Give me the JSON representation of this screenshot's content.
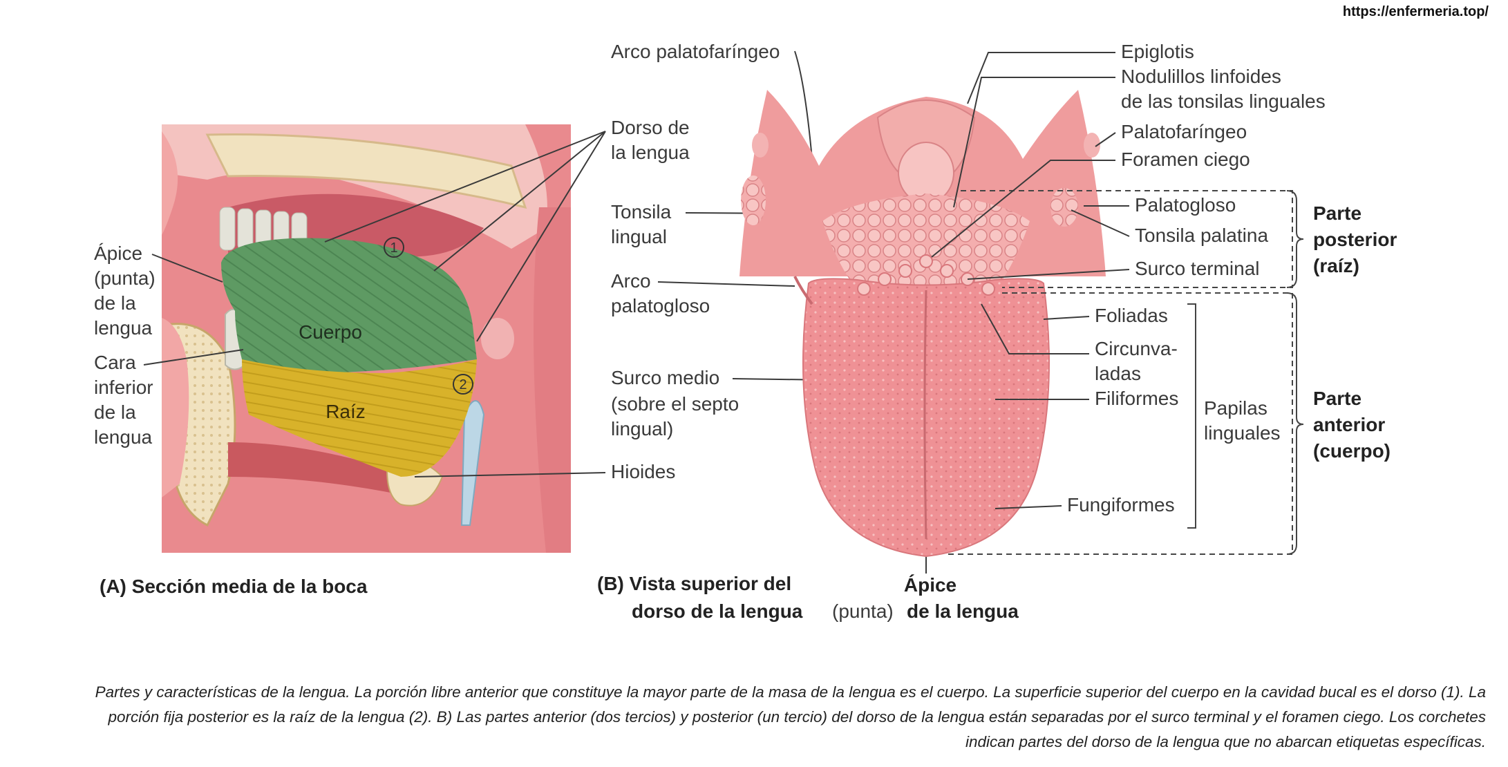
{
  "source_url": "https://enfermeria.top/",
  "panel_a": {
    "title": "(A) Sección media de la boca",
    "labels": {
      "apex": [
        "Ápice",
        "(punta)",
        "de la",
        "lengua"
      ],
      "inferior": [
        "Cara",
        "inferior",
        "de la",
        "lengua"
      ],
      "body": "Cuerpo",
      "root": "Raíz",
      "num1": "1",
      "num2": "2"
    }
  },
  "middle_labels": {
    "palatopharyngeal_arch": "Arco palatofaríngeo",
    "dorsum": [
      "Dorso de",
      "la lengua"
    ],
    "lingual_tonsil": [
      "Tonsila",
      "lingual"
    ],
    "palatoglossal_arch": [
      "Arco",
      "palatogloso"
    ],
    "median_sulcus": [
      "Surco medio",
      "(sobre el septo",
      "lingual)"
    ],
    "hyoid": "Hioides"
  },
  "panel_b": {
    "title": [
      "(B) Vista superior del",
      "dorso de la lengua"
    ],
    "apex": [
      "Ápice",
      "(punta)",
      "de la lengua"
    ],
    "labels": {
      "epiglottis": "Epiglotis",
      "lymphoid": [
        "Nodulillos linfoides",
        "de las tonsilas linguales"
      ],
      "palatopharyngeus": "Palatofaríngeo",
      "foramen": "Foramen ciego",
      "palatoglossus": "Palatogloso",
      "palatine_tonsil": "Tonsila palatina",
      "terminal_sulcus": "Surco terminal",
      "foliate": "Foliadas",
      "circumvallate": [
        "Circunva-",
        "ladas"
      ],
      "filiform": "Filiformes",
      "fungiform": "Fungiformes",
      "papillae": [
        "Papilas",
        "linguales"
      ],
      "posterior": [
        "Parte",
        "posterior",
        "(raíz)"
      ],
      "anterior": [
        "Parte",
        "anterior",
        "(cuerpo)"
      ]
    }
  },
  "caption": "Partes y características de la lengua. La porción libre anterior que constituye la mayor parte de la masa de la lengua es el cuerpo. La superficie superior del cuerpo en la cavidad bucal es el dorso (1). La porción fija posterior es la raíz de la lengua (2). B) Las partes anterior (dos tercios) y posterior (un tercio) del dorso de la lengua están separadas por el surco terminal y el foramen ciego. Los corchetes indican partes del dorso de la lengua que no abarcan etiquetas específicas.",
  "colors": {
    "tissue": "#e98a8e",
    "tissue_light": "#f4b6b5",
    "body_green": "#5e9a63",
    "root_yellow": "#d8b22a",
    "bone": "#f1e2bf",
    "tongue_pink": "#ef8f93"
  }
}
